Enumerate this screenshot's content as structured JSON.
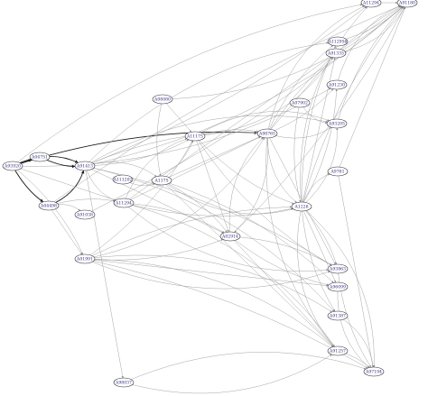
{
  "diagram": {
    "nodes": [
      {
        "id": "A93920",
        "label": "A93920"
      },
      {
        "id": "A04751",
        "label": "A04751"
      },
      {
        "id": "A91413",
        "label": "A91413"
      },
      {
        "id": "A04498",
        "label": "A04498"
      },
      {
        "id": "A91038",
        "label": "A91038"
      },
      {
        "id": "A01991",
        "label": "A01991"
      },
      {
        "id": "A98037",
        "label": "A98037"
      },
      {
        "id": "A08080",
        "label": "A08080"
      },
      {
        "id": "A111202",
        "label": "A111202"
      },
      {
        "id": "A11294",
        "label": "A11294"
      },
      {
        "id": "A11175",
        "label": "A11175"
      },
      {
        "id": "A1175",
        "label": "A1175"
      },
      {
        "id": "A02914",
        "label": "A02914"
      },
      {
        "id": "A98765",
        "label": "A98765"
      },
      {
        "id": "A07902",
        "label": "A07902"
      },
      {
        "id": "A1226",
        "label": "A1226"
      },
      {
        "id": "A11294b",
        "label": "A11294"
      },
      {
        "id": "A112956",
        "label": "A112956"
      },
      {
        "id": "A91335",
        "label": "A91335"
      },
      {
        "id": "A91230",
        "label": "A91230"
      },
      {
        "id": "A93205",
        "label": "A93205"
      },
      {
        "id": "A9761",
        "label": "A9761"
      },
      {
        "id": "A93863",
        "label": "A93863"
      },
      {
        "id": "A96099",
        "label": "A96099"
      },
      {
        "id": "A91387",
        "label": "A91387"
      },
      {
        "id": "A91257",
        "label": "A91257"
      },
      {
        "id": "A97194",
        "label": "A97194"
      },
      {
        "id": "A91180",
        "label": "A91180"
      }
    ],
    "edges": [
      {
        "from": "A93920",
        "to": "A91413",
        "style": "dark"
      },
      {
        "from": "A93920",
        "to": "A98765",
        "style": "dark"
      },
      {
        "from": "A93920",
        "to": "A04751",
        "style": "dark"
      },
      {
        "from": "A93920",
        "to": "A04498",
        "style": "dark"
      },
      {
        "from": "A93920",
        "to": "A91230",
        "style": "light"
      },
      {
        "from": "A93920",
        "to": "A11294b",
        "style": "light"
      },
      {
        "from": "A93920",
        "to": "A01991",
        "style": "light"
      },
      {
        "from": "A93920",
        "to": "A11294",
        "style": "light"
      },
      {
        "from": "A04751",
        "to": "A91413",
        "style": "dark"
      },
      {
        "from": "A04498",
        "to": "A91413",
        "style": "dark"
      },
      {
        "from": "A04498",
        "to": "A91038",
        "style": "light"
      },
      {
        "from": "A04498",
        "to": "A11294",
        "style": "light"
      },
      {
        "from": "A04498",
        "to": "A01991",
        "style": "light"
      },
      {
        "from": "A91413",
        "to": "A11175",
        "style": "light"
      },
      {
        "from": "A91413",
        "to": "A11294",
        "style": "light"
      },
      {
        "from": "A91413",
        "to": "A1175",
        "style": "light"
      },
      {
        "from": "A91413",
        "to": "A98765",
        "style": "light"
      },
      {
        "from": "A91413",
        "to": "A02914",
        "style": "light"
      },
      {
        "from": "A91413",
        "to": "A11294b",
        "style": "light"
      },
      {
        "from": "A91413",
        "to": "A91180",
        "style": "light"
      },
      {
        "from": "A91413",
        "to": "A112956",
        "style": "light"
      },
      {
        "from": "A91413",
        "to": "A93863",
        "style": "light"
      },
      {
        "from": "A91413",
        "to": "A98037",
        "style": "light"
      },
      {
        "from": "A01991",
        "to": "A02914",
        "style": "light"
      },
      {
        "from": "A01991",
        "to": "A93863",
        "style": "light"
      },
      {
        "from": "A01991",
        "to": "A91257",
        "style": "light"
      },
      {
        "from": "A01991",
        "to": "A97194",
        "style": "light"
      },
      {
        "from": "A01991",
        "to": "A96099",
        "style": "light"
      },
      {
        "from": "A01991",
        "to": "A11175",
        "style": "light"
      },
      {
        "from": "A01991",
        "to": "A98765",
        "style": "light"
      },
      {
        "from": "A01991",
        "to": "A91387",
        "style": "light"
      },
      {
        "from": "A01991",
        "to": "A1226",
        "style": "light"
      },
      {
        "from": "A08080",
        "to": "A11175",
        "style": "light"
      },
      {
        "from": "A08080",
        "to": "A1175",
        "style": "light"
      },
      {
        "from": "A111202",
        "to": "A1175",
        "style": "light"
      },
      {
        "from": "A11294",
        "to": "A11175",
        "style": "light"
      },
      {
        "from": "A11294",
        "to": "A02914",
        "style": "light"
      },
      {
        "from": "A11294",
        "to": "A98765",
        "style": "light"
      },
      {
        "from": "A11294",
        "to": "A1226",
        "style": "light"
      },
      {
        "from": "A11294",
        "to": "A93863",
        "style": "light"
      },
      {
        "from": "A11294",
        "to": "A91257",
        "style": "light"
      },
      {
        "from": "A11175",
        "to": "A98765",
        "style": "light"
      },
      {
        "from": "A11175",
        "to": "A02914",
        "style": "light"
      },
      {
        "from": "A11175",
        "to": "A1226",
        "style": "light"
      },
      {
        "from": "A11175",
        "to": "A91335",
        "style": "light"
      },
      {
        "from": "A11175",
        "to": "A93205",
        "style": "light"
      },
      {
        "from": "A1175",
        "to": "A02914",
        "style": "light"
      },
      {
        "from": "A1175",
        "to": "A98765",
        "style": "light"
      },
      {
        "from": "A1175",
        "to": "A11175",
        "style": "light"
      },
      {
        "from": "A1175",
        "to": "A1226",
        "style": "light"
      },
      {
        "from": "A02914",
        "to": "A98765",
        "style": "light"
      },
      {
        "from": "A02914",
        "to": "A93863",
        "style": "light"
      },
      {
        "from": "A02914",
        "to": "A91257",
        "style": "light"
      },
      {
        "from": "A02914",
        "to": "A96099",
        "style": "light"
      },
      {
        "from": "A98765",
        "to": "A1226",
        "style": "light"
      },
      {
        "from": "A98765",
        "to": "A11294b",
        "style": "light"
      },
      {
        "from": "A98765",
        "to": "A112956",
        "style": "light"
      },
      {
        "from": "A98765",
        "to": "A91335",
        "style": "light"
      },
      {
        "from": "A98765",
        "to": "A91230",
        "style": "light"
      },
      {
        "from": "A98765",
        "to": "A93205",
        "style": "light"
      },
      {
        "from": "A98765",
        "to": "A02914",
        "style": "light"
      },
      {
        "from": "A98765",
        "to": "A91180",
        "style": "light"
      },
      {
        "from": "A98765",
        "to": "A93863",
        "style": "light"
      },
      {
        "from": "A07902",
        "to": "A1226",
        "style": "light"
      },
      {
        "from": "A07902",
        "to": "A93205",
        "style": "light"
      },
      {
        "from": "A1226",
        "to": "A11294b",
        "style": "light"
      },
      {
        "from": "A1226",
        "to": "A112956",
        "style": "light"
      },
      {
        "from": "A1226",
        "to": "A91335",
        "style": "light"
      },
      {
        "from": "A1226",
        "to": "A91230",
        "style": "light"
      },
      {
        "from": "A1226",
        "to": "A93205",
        "style": "light"
      },
      {
        "from": "A1226",
        "to": "A9761",
        "style": "light"
      },
      {
        "from": "A1226",
        "to": "A93863",
        "style": "light"
      },
      {
        "from": "A1226",
        "to": "A96099",
        "style": "light"
      },
      {
        "from": "A1226",
        "to": "A91387",
        "style": "light"
      },
      {
        "from": "A1226",
        "to": "A91257",
        "style": "light"
      },
      {
        "from": "A1226",
        "to": "A97194",
        "style": "light"
      },
      {
        "from": "A1226",
        "to": "A91180",
        "style": "light"
      },
      {
        "from": "A11294b",
        "to": "A91180",
        "style": "light"
      },
      {
        "from": "A112956",
        "to": "A91180",
        "style": "light"
      },
      {
        "from": "A91335",
        "to": "A91180",
        "style": "light"
      },
      {
        "from": "A91230",
        "to": "A91180",
        "style": "light"
      },
      {
        "from": "A93205",
        "to": "A91180",
        "style": "light"
      },
      {
        "from": "A9761",
        "to": "A91180",
        "style": "light"
      },
      {
        "from": "A93863",
        "to": "A97194",
        "style": "light"
      },
      {
        "from": "A96099",
        "to": "A97194",
        "style": "light"
      },
      {
        "from": "A91387",
        "to": "A97194",
        "style": "light"
      },
      {
        "from": "A91257",
        "to": "A97194",
        "style": "light"
      },
      {
        "from": "A9761",
        "to": "A97194",
        "style": "light"
      },
      {
        "from": "A91038",
        "to": "A91180",
        "style": "light"
      },
      {
        "from": "A98037",
        "to": "A91257",
        "style": "light"
      },
      {
        "from": "A98037",
        "to": "A97194",
        "style": "light"
      },
      {
        "from": "A04498",
        "to": "A91180",
        "style": "light"
      },
      {
        "from": "A11294",
        "to": "A91180",
        "style": "light"
      },
      {
        "from": "A02914",
        "to": "A91180",
        "style": "light"
      },
      {
        "from": "A08080",
        "to": "A91180",
        "style": "light"
      },
      {
        "from": "A91413",
        "to": "A93205",
        "style": "light"
      },
      {
        "from": "A1175",
        "to": "A96099",
        "style": "light"
      },
      {
        "from": "A1175",
        "to": "A91257",
        "style": "light"
      },
      {
        "from": "A11175",
        "to": "A93863",
        "style": "light"
      },
      {
        "from": "A98765",
        "to": "A91257",
        "style": "light"
      },
      {
        "from": "A91413",
        "to": "A91387",
        "style": "light"
      }
    ]
  }
}
